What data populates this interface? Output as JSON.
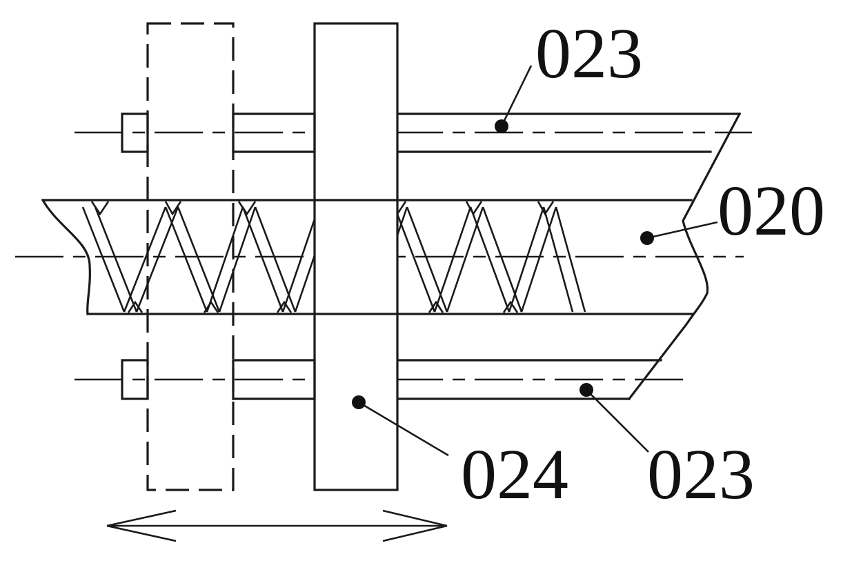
{
  "labels": {
    "top_right": "023",
    "right_middle": "020",
    "bottom_center": "024",
    "bottom_right": "023"
  },
  "colors": {
    "line": "#1a1a1a",
    "background": "#ffffff"
  },
  "icons": {
    "motion_arrow": "double-headed-arrow-icon"
  }
}
